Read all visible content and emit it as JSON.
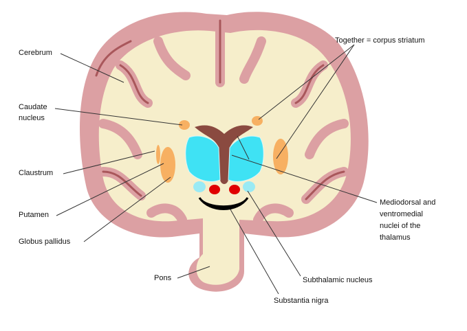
{
  "title": "Coronal section of the brain showing basal ganglia",
  "labels": {
    "cerebrum": "Cerebrum",
    "caudate_1": "Caudate",
    "caudate_2": "nucleus",
    "claustrum": "Claustrum",
    "putamen": "Putamen",
    "globus_pallidus": "Globus pallidus",
    "pons": "Pons",
    "substantia_nigra": "Substantia nigra",
    "subthalamic": "Subthalamic nucleus",
    "together": "Together = corpus striatum",
    "thalamus_1": "Mediodorsal and",
    "thalamus_2": "ventromedial",
    "thalamus_3": "nuclei of the",
    "thalamus_4": "thalamus"
  },
  "colors": {
    "white_matter": "#f6eecb",
    "cortex": "#dca0a3",
    "cortex_dark": "#a9575b",
    "ventricle": "#8a4a40",
    "thalamus": "#3fe2f4",
    "striatum": "#f7b062",
    "red_nucleus": "#e00000",
    "substantia_nigra": "#000000"
  }
}
